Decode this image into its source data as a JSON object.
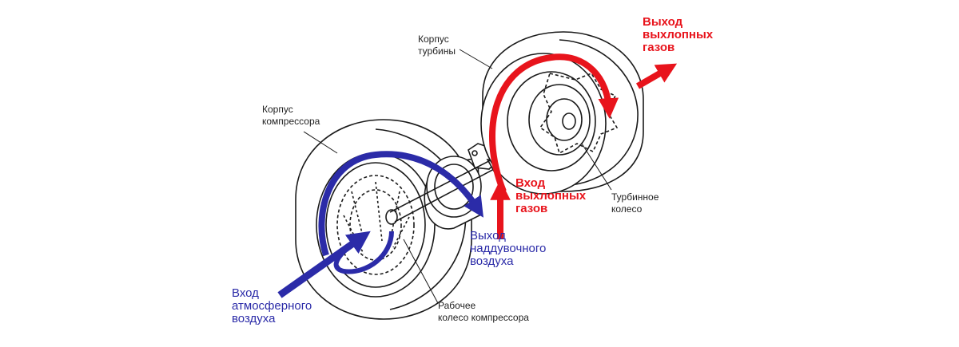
{
  "colors": {
    "intake": "#2b2ba8",
    "exhaust": "#e8141c",
    "line": "#1a1a1a"
  },
  "labels": {
    "turbine_housing": [
      "Корпус",
      "турбины"
    ],
    "compressor_housing": [
      "Корпус",
      "компрессора"
    ],
    "exhaust_out": [
      "Выход",
      "выхлопных",
      "газов"
    ],
    "exhaust_in": [
      "Вход",
      "выхлопных",
      "газов"
    ],
    "turbine_wheel": [
      "Турбинное",
      "колесо"
    ],
    "boost_out": [
      "Выход",
      "наддувочного",
      "воздуха"
    ],
    "air_in": [
      "Вход",
      "атмосферного",
      "воздуха"
    ],
    "compressor_wheel": [
      "Рабочее",
      "колесо компрессора"
    ]
  },
  "icons": {
    "intake_flow": "arrow",
    "exhaust_flow": "arrow"
  }
}
